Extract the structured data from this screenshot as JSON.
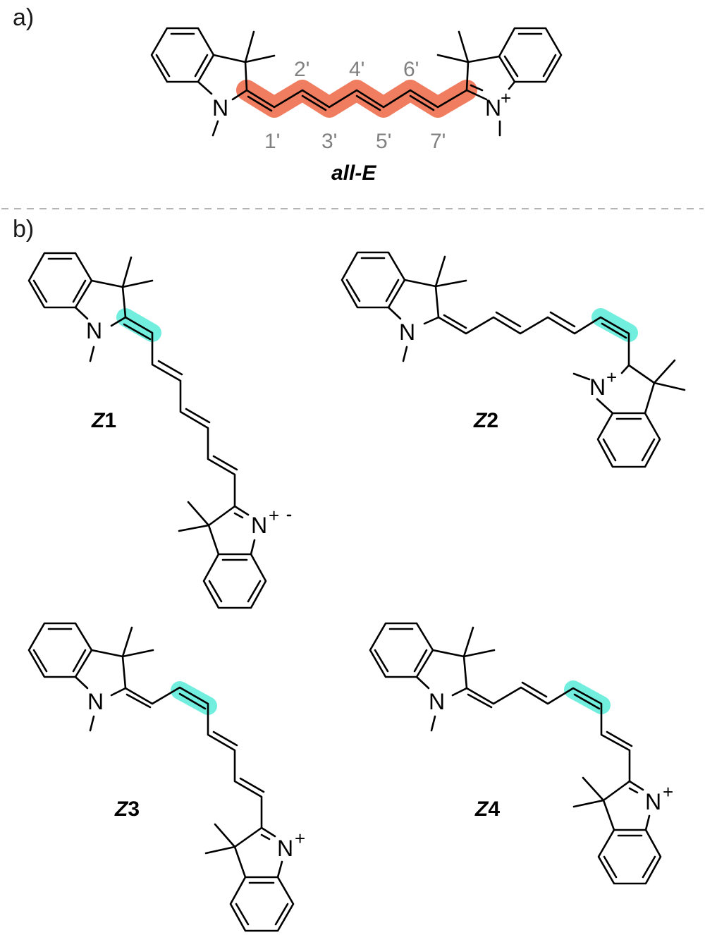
{
  "figure": {
    "panel_a": {
      "label": "a)",
      "isomer_name": "all-E",
      "highlight_color": "#f07d5f",
      "locants_top": [
        "2'",
        "4'",
        "6'"
      ],
      "locants_bottom": [
        "1'",
        "3'",
        "5'",
        "7'"
      ],
      "atoms": {
        "n_left": "N",
        "n_right": "N",
        "charge": "+"
      }
    },
    "divider": {
      "style": "dashed",
      "color": "#b5b5b5"
    },
    "panel_b": {
      "label": "b)",
      "highlight_color": "#72eede",
      "isomers": [
        {
          "name_prefix": "Z",
          "name_number": "1",
          "highlighted_bond": "C2=C1'",
          "n_left": "N",
          "n_right": "N",
          "charge": "+",
          "dash": "-"
        },
        {
          "name_prefix": "Z",
          "name_number": "2",
          "highlighted_bond": "C6'=C7'",
          "n_left": "N",
          "n_right": "N",
          "charge": "+",
          "dash": "·"
        },
        {
          "name_prefix": "Z",
          "name_number": "3",
          "highlighted_bond": "C2'=C3'",
          "n_left": "N",
          "n_right": "N",
          "charge": "+",
          "dash": "-"
        },
        {
          "name_prefix": "Z",
          "name_number": "4",
          "highlighted_bond": "C4'=C5'",
          "n_left": "N",
          "n_right": "N",
          "charge": "+",
          "dash": "-"
        }
      ]
    }
  }
}
